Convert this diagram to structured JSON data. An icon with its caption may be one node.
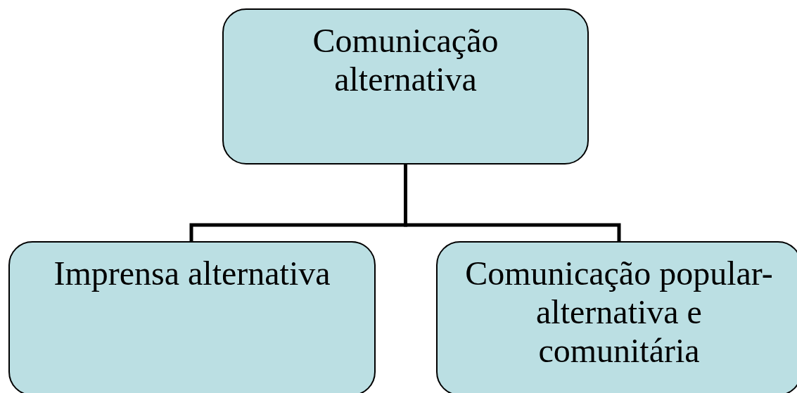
{
  "diagram": {
    "nodes": [
      {
        "text": [
          "Comunicação alternativa"
        ]
      },
      {
        "text": [
          "Imprensa alternativa"
        ]
      },
      {
        "text": [
          "Comunicação popular-alternativa e comunitária"
        ]
      }
    ],
    "edges": [
      {
        "from": 0,
        "to": 1,
        "arrow": "none"
      },
      {
        "from": 0,
        "to": 2,
        "arrow": "none"
      }
    ]
  }
}
